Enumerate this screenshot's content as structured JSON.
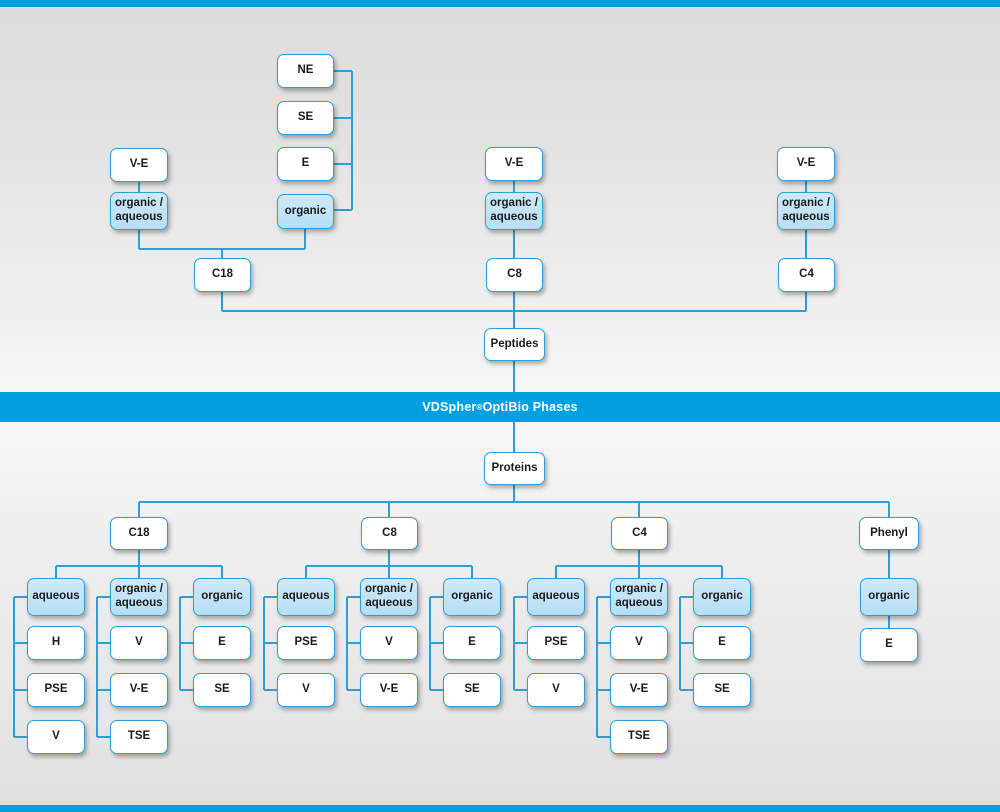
{
  "banner": {
    "text_before": "VDSpher",
    "registered_mark": "®",
    "text_after": " OptiBio Phases"
  },
  "colors": {
    "accent_blue": "#00a0e0",
    "connector_blue": "#2e9fd4",
    "node_tint": "#bfe2f5",
    "node_white": "#ffffff",
    "text": "#1a1a1a"
  },
  "peptides": {
    "root_label": "Peptides",
    "columns": [
      {
        "phase": "C18",
        "modifiers": [
          {
            "label": "organic /\naqueous",
            "tint": true,
            "top_label": "V-E",
            "children": []
          },
          {
            "label": "organic",
            "tint": true,
            "top_label": null,
            "children": [
              "NE",
              "SE",
              "E"
            ]
          }
        ]
      },
      {
        "phase": "C8",
        "modifiers": [
          {
            "label": "organic /\naqueous",
            "tint": true,
            "top_label": "V-E",
            "children": []
          }
        ]
      },
      {
        "phase": "C4",
        "modifiers": [
          {
            "label": "organic /\naqueous",
            "tint": true,
            "top_label": "V-E",
            "children": []
          }
        ]
      }
    ]
  },
  "proteins": {
    "root_label": "Proteins",
    "columns": [
      {
        "phase": "C18",
        "groups": [
          {
            "label": "aqueous",
            "tint": true,
            "items": [
              "H",
              "PSE",
              "V"
            ]
          },
          {
            "label": "organic /\naqueous",
            "tint": true,
            "items": [
              "V",
              "V-E",
              "TSE"
            ]
          },
          {
            "label": "organic",
            "tint": true,
            "items": [
              "E",
              "SE"
            ]
          }
        ]
      },
      {
        "phase": "C8",
        "groups": [
          {
            "label": "aqueous",
            "tint": true,
            "items": [
              "PSE",
              "V"
            ]
          },
          {
            "label": "organic /\naqueous",
            "tint": true,
            "items": [
              "V",
              "V-E"
            ]
          },
          {
            "label": "organic",
            "tint": true,
            "items": [
              "E",
              "SE"
            ]
          }
        ]
      },
      {
        "phase": "C4",
        "groups": [
          {
            "label": "aqueous",
            "tint": true,
            "items": [
              "PSE",
              "V"
            ]
          },
          {
            "label": "organic /\naqueous",
            "tint": true,
            "items": [
              "V",
              "V-E",
              "TSE"
            ]
          },
          {
            "label": "organic",
            "tint": true,
            "items": [
              "E",
              "SE"
            ]
          }
        ]
      },
      {
        "phase": "Phenyl",
        "groups": [
          {
            "label": "organic",
            "tint": true,
            "items": [
              "E"
            ]
          }
        ]
      }
    ]
  },
  "nodes": {
    "top_ne": "NE",
    "top_se": "SE",
    "top_e": "E",
    "top_organic": "organic",
    "c18_ve": "V-E",
    "c18_orgaq": "organic /\naqueous",
    "c18": "C18",
    "c8_ve": "V-E",
    "c8_orgaq": "organic /\naqueous",
    "c8": "C8",
    "c4_ve": "V-E",
    "c4_orgaq": "organic /\naqueous",
    "c4": "C4",
    "peptides": "Peptides",
    "proteins": "Proteins",
    "p_c18": "C18",
    "p_c8": "C8",
    "p_c4": "C4",
    "p_phenyl": "Phenyl",
    "g_c18_aq": "aqueous",
    "g_c18_oa": "organic /\naqueous",
    "g_c18_org": "organic",
    "g_c8_aq": "aqueous",
    "g_c8_oa": "organic /\naqueous",
    "g_c8_org": "organic",
    "g_c4_aq": "aqueous",
    "g_c4_oa": "organic /\naqueous",
    "g_c4_org": "organic",
    "g_ph_org": "organic",
    "c18_aq_1": "H",
    "c18_aq_2": "PSE",
    "c18_aq_3": "V",
    "c18_oa_1": "V",
    "c18_oa_2": "V-E",
    "c18_oa_3": "TSE",
    "c18_org_1": "E",
    "c18_org_2": "SE",
    "c8_aq_1": "PSE",
    "c8_aq_2": "V",
    "c8_oa_1": "V",
    "c8_oa_2": "V-E",
    "c8_org_1": "E",
    "c8_org_2": "SE",
    "c4_aq_1": "PSE",
    "c4_aq_2": "V",
    "c4_oa_1": "V",
    "c4_oa_2": "V-E",
    "c4_oa_3": "TSE",
    "c4_org_1": "E",
    "c4_org_2": "SE",
    "ph_org_1": "E"
  }
}
